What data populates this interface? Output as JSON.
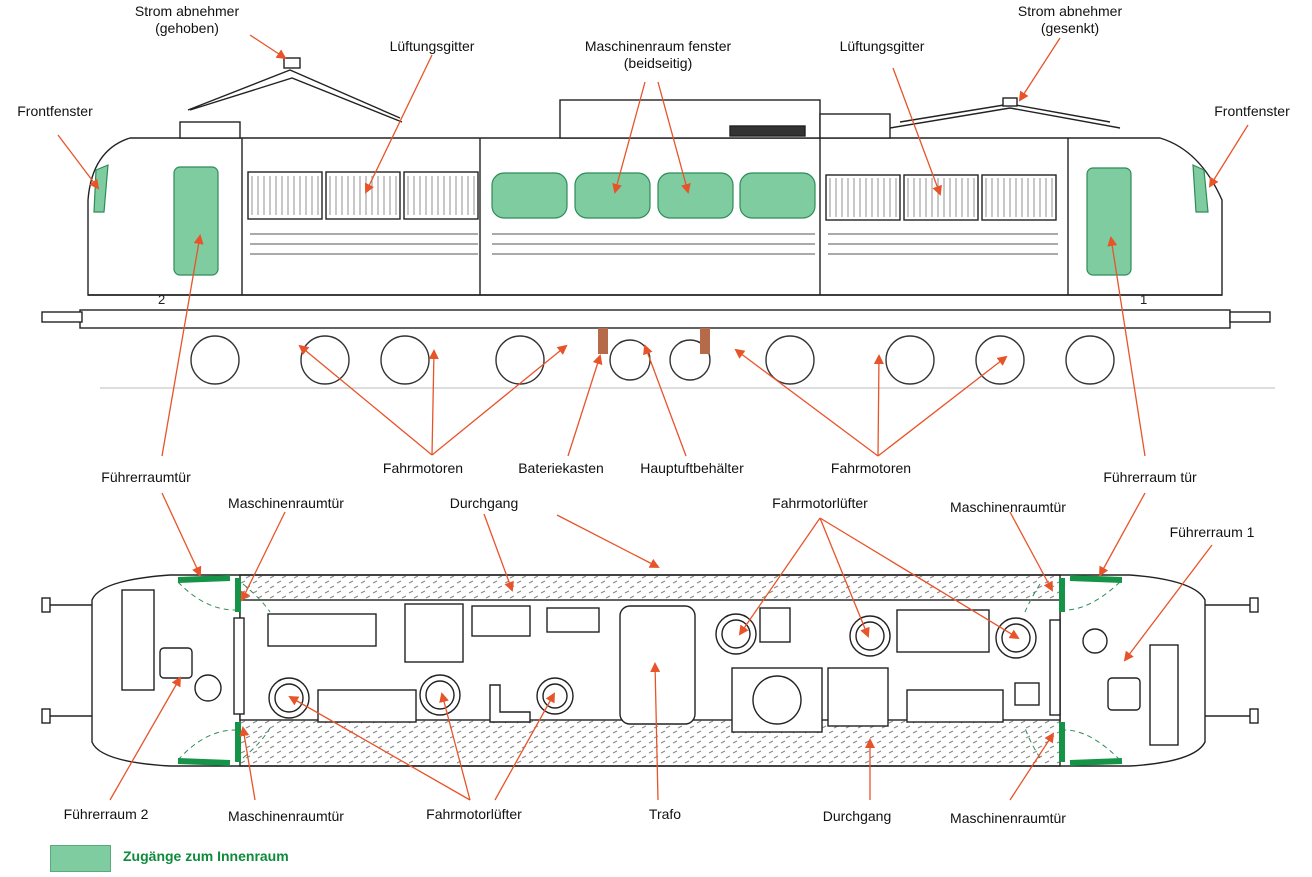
{
  "labels": {
    "stromabnehmer_gehoben": [
      "Strom abnehmer",
      "(gehoben)"
    ],
    "stromabnehmer_gesenkt": [
      "Strom abnehmer",
      "(gesenkt)"
    ],
    "lueftungsgitter_left": "Lüftungsgitter",
    "lueftungsgitter_right": "Lüftungsgitter",
    "maschinenraumfenster": [
      "Maschinenraum fenster",
      "(beidseitig)"
    ],
    "frontfenster_left": "Frontfenster",
    "frontfenster_right": "Frontfenster",
    "fuehrerraumtuer_left": "Führerraumtür",
    "fuehrerraumtuer_right": "Führerraum tür",
    "fahrmotoren_left": "Fahrmotoren",
    "fahrmotoren_right": "Fahrmotoren",
    "bateriekasten": "Bateriekasten",
    "hauptluftbehaelter": "Hauptuftbehälter",
    "maschinenraumtuer_top_left": "Maschinenraumtür",
    "maschinenraumtuer_top_right": "Maschinenraumtür",
    "maschinenraumtuer_bottom_left": "Maschinenraumtür",
    "maschinenraumtuer_bottom_right": "Maschinenraumtür",
    "durchgang_top": "Durchgang",
    "durchgang_bottom": "Durchgang",
    "fahrmotorluefter_top": "Fahrmotorlüfter",
    "fahrmotorluefter_bottom": "Fahrmotorlüfter",
    "fuehrerraum_1": "Führerraum 1",
    "fuehrerraum_2": "Führerraum 2",
    "trafo": "Trafo",
    "cab_number_left": "2",
    "cab_number_right": "1"
  },
  "legend": {
    "text": "Zugänge zum Innenraum"
  },
  "colors": {
    "access_fill": "#7fcca1",
    "access_stroke": "#2e8b57",
    "door_green": "#159447",
    "arrow": "#e8542a",
    "legend_text": "#0f8a3c",
    "line": "#222222"
  }
}
